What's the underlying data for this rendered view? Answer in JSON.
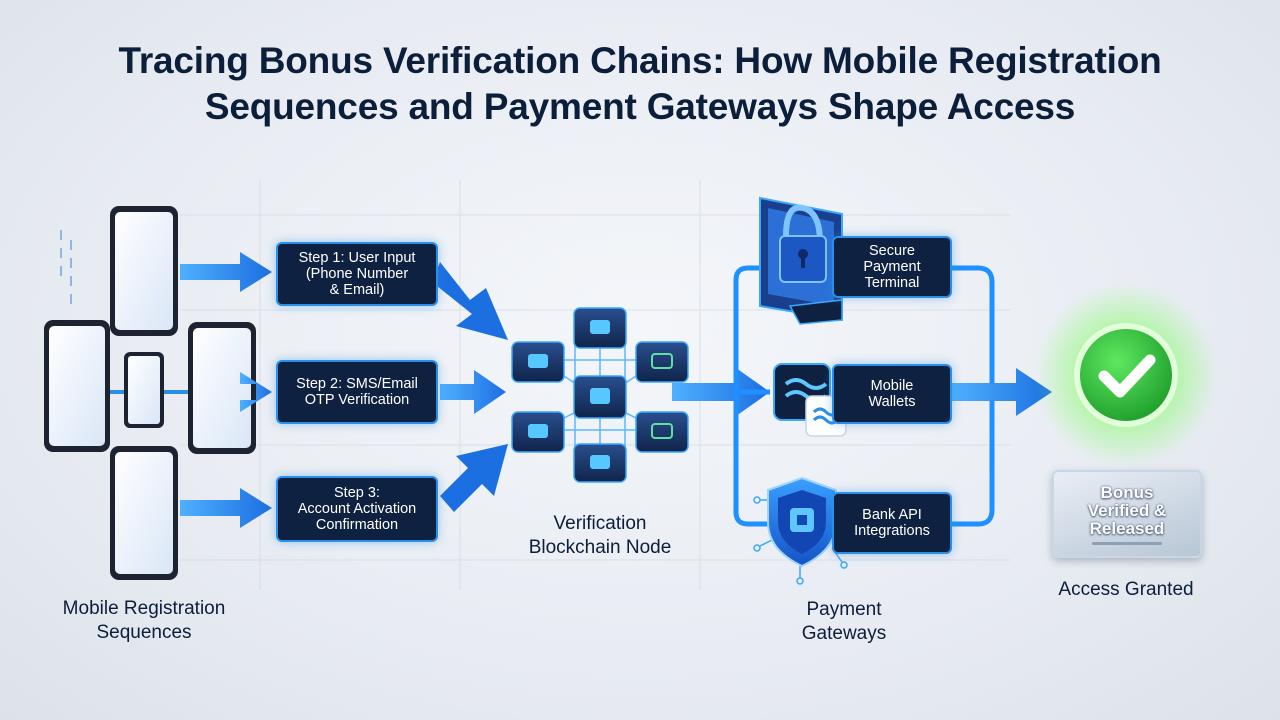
{
  "title": {
    "line1": "Tracing Bonus Verification Chains: How Mobile Registration",
    "line2": "Sequences and Payment Gateways  Shape Access"
  },
  "steps": [
    {
      "line1": "Step 1: User Input",
      "line2": "(Phone Number",
      "line3": "& Email)"
    },
    {
      "line1": "Step 2: SMS/Email",
      "line2": "OTP Verification"
    },
    {
      "line1": "Step 3:",
      "line2": "Account Activation",
      "line3": "Confirmation"
    }
  ],
  "captions": {
    "mobile": {
      "line1": "Mobile Registration",
      "line2": "Sequences"
    },
    "node": {
      "line1": "Verification",
      "line2": "Blockchain Node"
    },
    "gateways": {
      "line1": "Payment",
      "line2": "Gateways"
    },
    "access": "Access Granted"
  },
  "gateways": [
    {
      "line1": "Secure",
      "line2": "Payment",
      "line3": "Terminal",
      "icon": "padlock-terminal-icon"
    },
    {
      "line1": "Mobile",
      "line2": "Wallets",
      "icon": "wallet-wave-icon"
    },
    {
      "line1": "Bank API",
      "line2": "Integrations",
      "icon": "shield-chip-icon"
    }
  ],
  "bonus": {
    "line1": "Bonus",
    "line2": "Verified &",
    "line3": "Released"
  },
  "colors": {
    "navy": "#0f2140",
    "accent_blue": "#2b8fe8",
    "bright_blue": "#1e90ff",
    "check_green": "#2ecc40",
    "text_dark": "#0b1e3a"
  }
}
